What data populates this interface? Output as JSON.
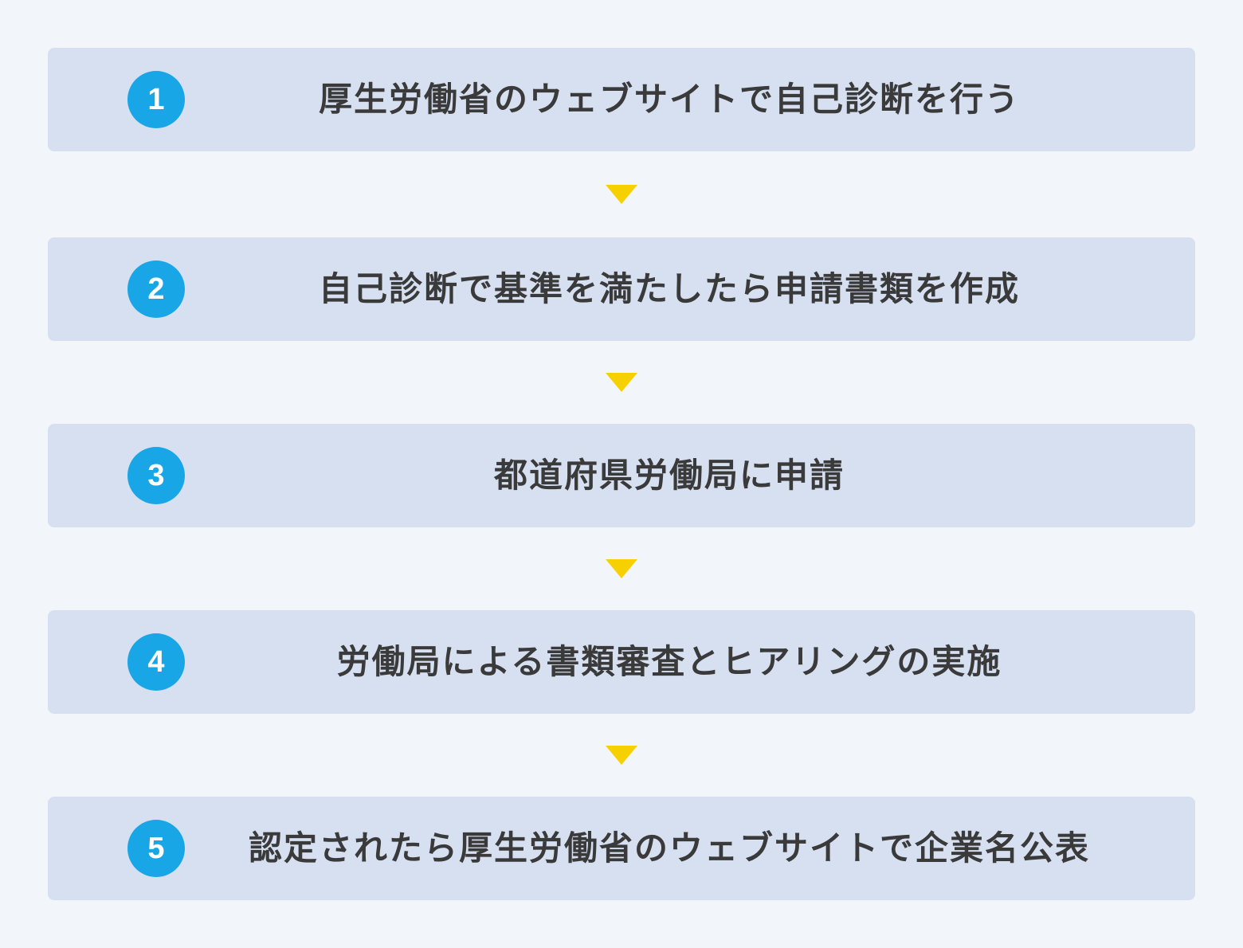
{
  "colors": {
    "background": "#f2f6fa",
    "step_box": "#d6e0f1",
    "badge": "#19a6e6",
    "arrow": "#f7d000",
    "text": "#3a3a3a"
  },
  "steps": [
    {
      "number": "1",
      "label": "厚生労働省のウェブサイトで自己診断を行う"
    },
    {
      "number": "2",
      "label": "自己診断で基準を満たしたら申請書類を作成"
    },
    {
      "number": "3",
      "label": "都道府県労働局に申請"
    },
    {
      "number": "4",
      "label": "労働局による書類審査とヒアリングの実施"
    },
    {
      "number": "5",
      "label": "認定されたら厚生労働省のウェブサイトで企業名公表"
    }
  ],
  "connector_icon": "down-triangle-icon"
}
